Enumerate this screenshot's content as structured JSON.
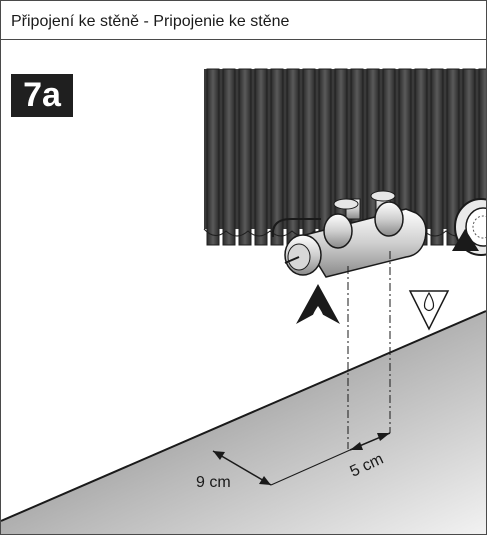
{
  "header": {
    "title": "Připojení ke stěně - Pripojenie ke stěne"
  },
  "step": {
    "label": "7a"
  },
  "dimensions": {
    "wall_gap": "9 cm",
    "pipe_spacing": "5 cm"
  },
  "symbols": {
    "flow_in": "filled-arrow-up-with-drop",
    "flow_out": "outline-arrow-down-with-drop"
  },
  "colors": {
    "radiator": "#3b3b3b",
    "floor": "#9a9a9a",
    "ink": "#1a1a1a"
  }
}
